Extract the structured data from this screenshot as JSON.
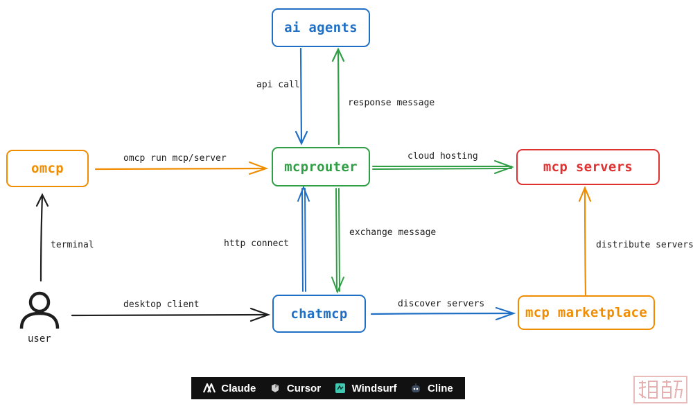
{
  "colors": {
    "blue": "#1f6fc5",
    "green": "#2f9e44",
    "orange": "#f08c00",
    "red": "#e03131",
    "black": "#1e1e1e"
  },
  "nodes": {
    "ai_agents": "ai agents",
    "mcprouter": "mcprouter",
    "omcp": "omcp",
    "mcp_servers": "mcp servers",
    "chatmcp": "chatmcp",
    "mcp_marketplace": "mcp marketplace",
    "user": "user"
  },
  "edges": {
    "api_call": "api call",
    "response_message": "response message",
    "omcp_run": "omcp run mcp/server",
    "cloud_hosting": "cloud hosting",
    "terminal": "terminal",
    "http_connect": "http connect",
    "exchange_message": "exchange message",
    "distribute_servers": "distribute servers",
    "desktop_client": "desktop client",
    "discover_servers": "discover servers"
  },
  "toolbar": [
    {
      "label": "Claude",
      "icon": "claude-icon"
    },
    {
      "label": "Cursor",
      "icon": "cursor-icon"
    },
    {
      "label": "Windsurf",
      "icon": "windsurf-icon"
    },
    {
      "label": "Cline",
      "icon": "cline-icon"
    }
  ],
  "watermark_icon": "watermark-seal-icon"
}
